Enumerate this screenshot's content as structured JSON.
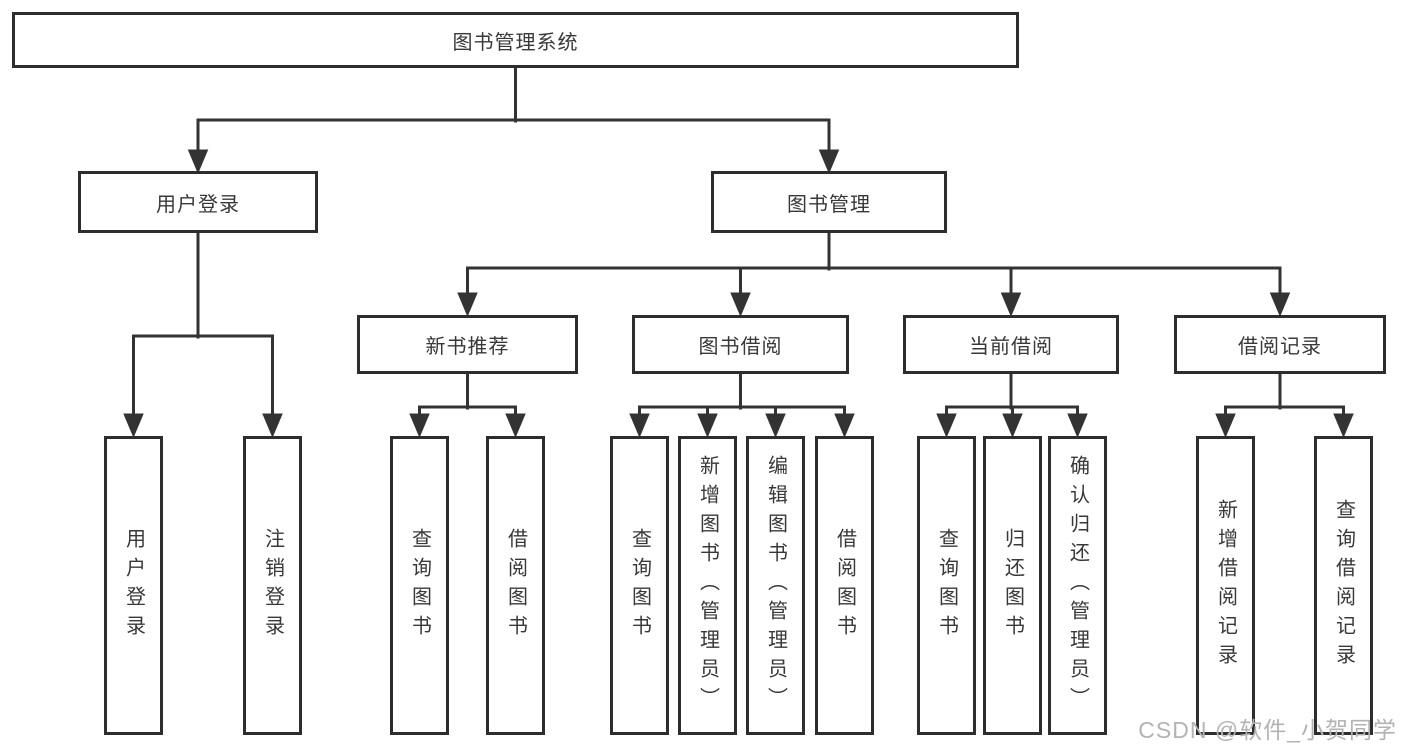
{
  "diagram": {
    "root": {
      "label": "图书管理系统"
    },
    "level2": {
      "user_login": {
        "label": "用户登录"
      },
      "book_management": {
        "label": "图书管理"
      }
    },
    "level3": {
      "new_book_recommend": {
        "label": "新书推荐"
      },
      "book_borrow": {
        "label": "图书借阅"
      },
      "current_borrow": {
        "label": "当前借阅"
      },
      "borrow_records": {
        "label": "借阅记录"
      }
    },
    "leaves": {
      "user_login": [
        "用户登录",
        "注销登录"
      ],
      "new_book_recommend": [
        "查询图书",
        "借阅图书"
      ],
      "book_borrow": [
        "查询图书",
        "新增图书（管理员）",
        "编辑图书（管理员）",
        "借阅图书"
      ],
      "current_borrow": [
        "查询图书",
        "归还图书",
        "确认归还（管理员）"
      ],
      "borrow_records": [
        "新增借阅记录",
        "查询借阅记录"
      ]
    },
    "watermark": "CSDN @软件_小贺同学",
    "colors": {
      "line": "#333333",
      "box_border": "#2d2d2d",
      "box_fill": "#ffffff",
      "text": "#383838",
      "watermark": "#b3b3b3"
    }
  }
}
